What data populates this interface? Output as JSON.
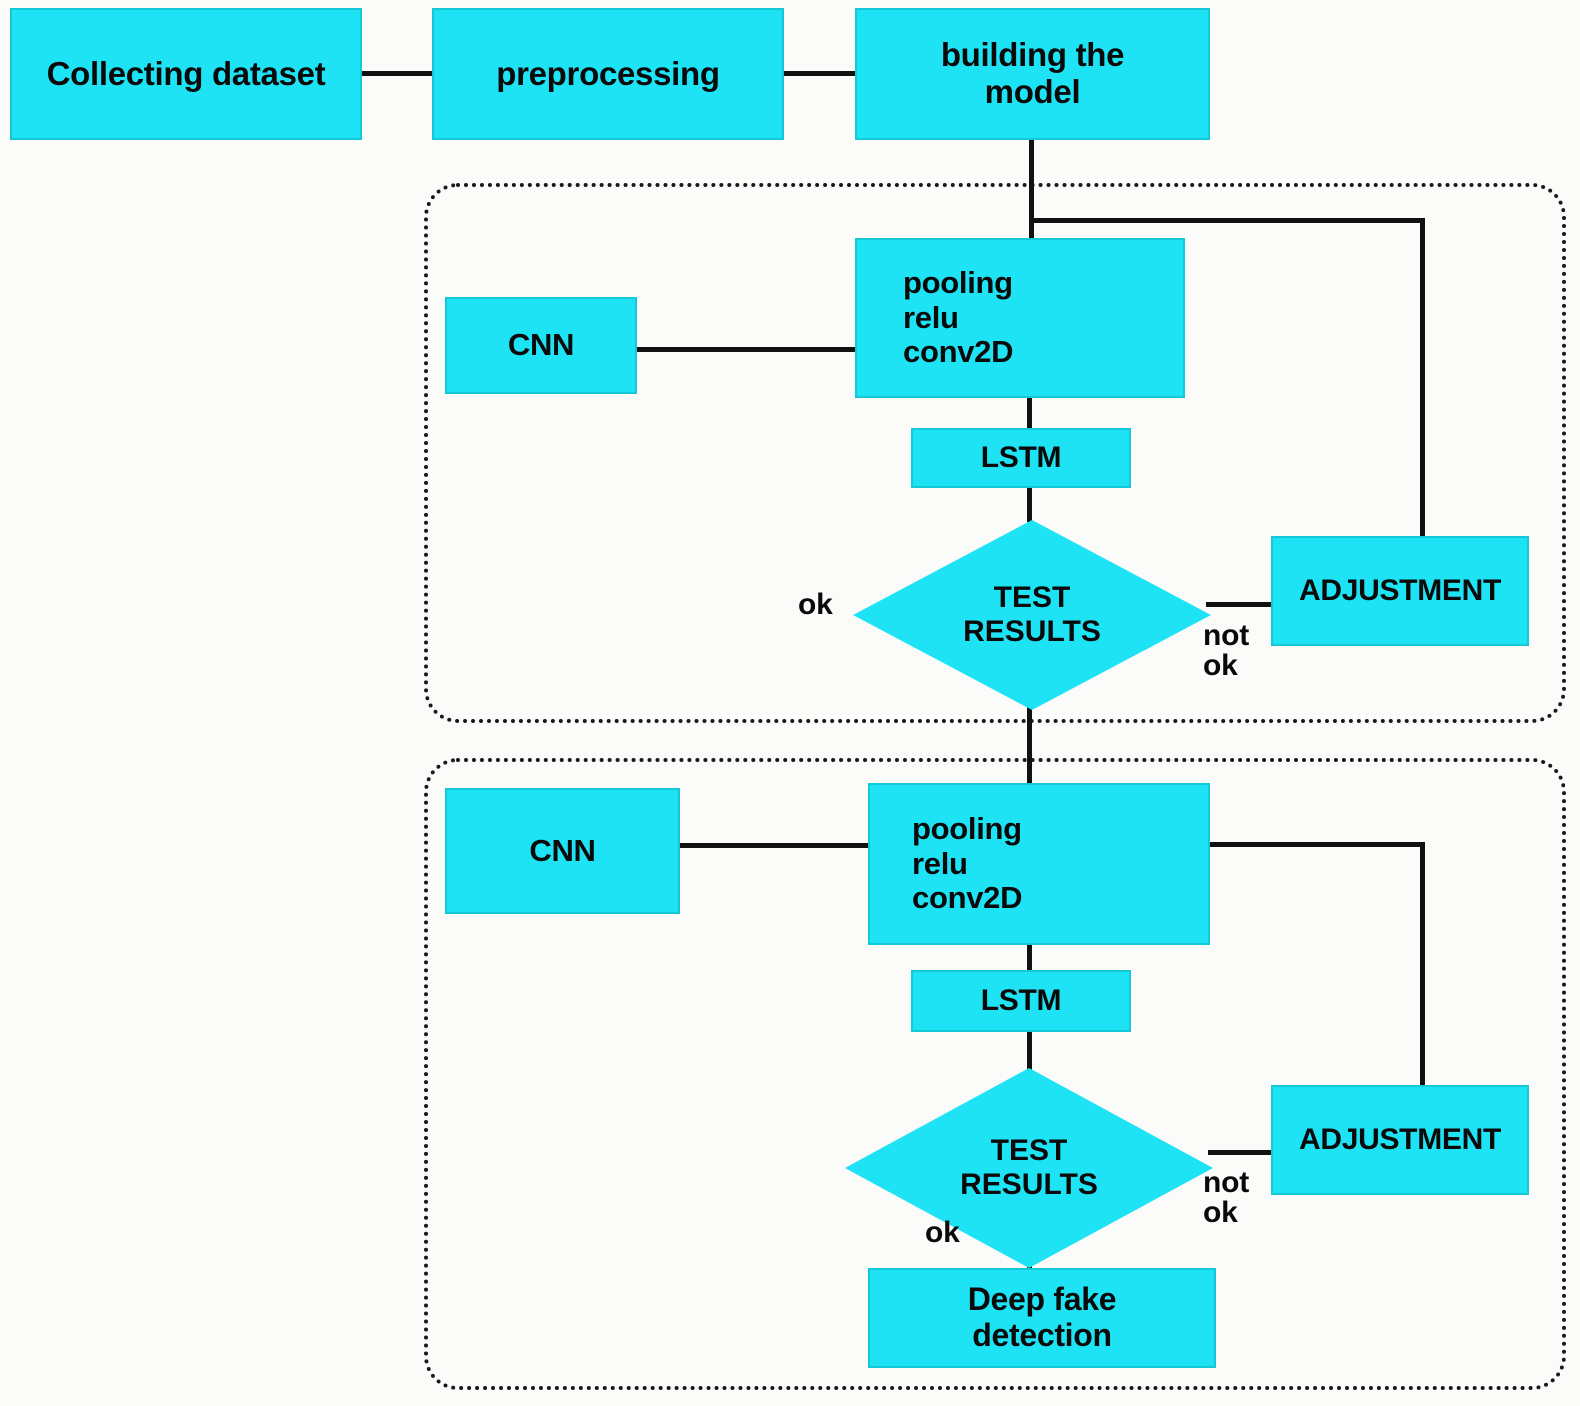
{
  "diagram": {
    "title": "Deep fake detection pipeline flowchart",
    "accent_color": "#1EE3F5",
    "accent_border_color": "#14C8D8",
    "line_color": "#111111",
    "group_border_color": "#1A1A1A",
    "background_color": "#FBFBF9"
  },
  "pipeline": {
    "collecting_dataset": "Collecting dataset",
    "preprocessing": "preprocessing",
    "building_the_model": "building the\nmodel"
  },
  "stage_one": {
    "cnn": "CNN",
    "layers": "pooling\nrelu\nconv2D",
    "lstm": "LSTM",
    "test_results": "TEST\nRESULTS",
    "adjustment": "ADJUSTMENT",
    "label_ok": "ok",
    "label_not_ok": "not\nok"
  },
  "stage_two": {
    "cnn": "CNN",
    "layers": "pooling\nrelu\nconv2D",
    "lstm": "LSTM",
    "test_results": "TEST\nRESULTS",
    "adjustment": "ADJUSTMENT",
    "label_ok": "ok",
    "label_not_ok": "not\nok",
    "deep_fake_detection": "Deep fake\ndetection"
  }
}
